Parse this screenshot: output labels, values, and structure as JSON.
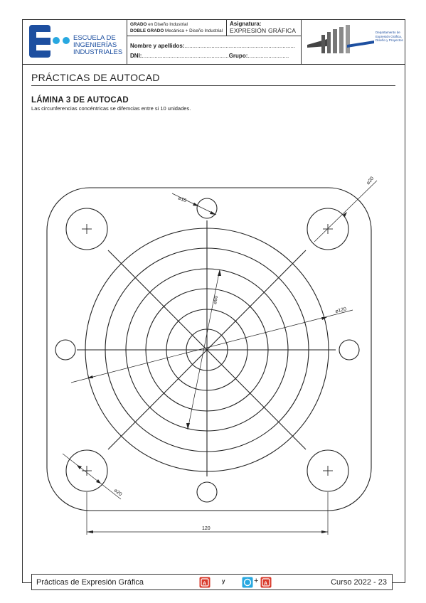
{
  "header": {
    "school_lines": [
      "ESCUELA DE",
      "INGENIERÍAS",
      "INDUSTRIALES"
    ],
    "grado_line1_bold": "GRADO",
    "grado_line1_rest": " en Diseño Industrial",
    "grado_line2_bold": "DOBLE GRADO",
    "grado_line2_rest": " Mecánica + Diseño Industrial",
    "asignatura_label": "Asignatura:",
    "asignatura_value": "EXPRESIÓN GRÁFICA",
    "nombre_label": "Nombre y apellidos:",
    "nombre_dots": "......................................................................",
    "dni_label": "DNI:",
    "dni_dots": ".......................................................",
    "grupo_label": "Grupo:",
    "grupo_dots": "..........................",
    "dept_lines": [
      "Departamento de",
      "Expresión Gráfica,",
      "Diseño y Proyectos"
    ]
  },
  "section_title": "PRÁCTICAS DE AUTOCAD",
  "lamina": {
    "title": "LÁMINA 3 DE AUTOCAD",
    "description": "Las circunferencias concéntricas se difemcias entre si 10 unidades."
  },
  "drawing": {
    "dims": {
      "small_hole": "⌀10",
      "corner_hole_top": "⌀20",
      "corner_hole_bottom": "⌀20",
      "inner_circle": "⌀80",
      "outer_circle": "⌀120",
      "width": "120"
    }
  },
  "footer": {
    "left": "Prácticas  de Expresión Gráfica",
    "y": "y",
    "plus": "+",
    "right": "Curso 2022 - 23"
  },
  "colors": {
    "brand_blue": "#1d4fa0",
    "brand_cyan": "#28a8e0",
    "icon_red": "#d93a2b",
    "line": "#222222"
  }
}
